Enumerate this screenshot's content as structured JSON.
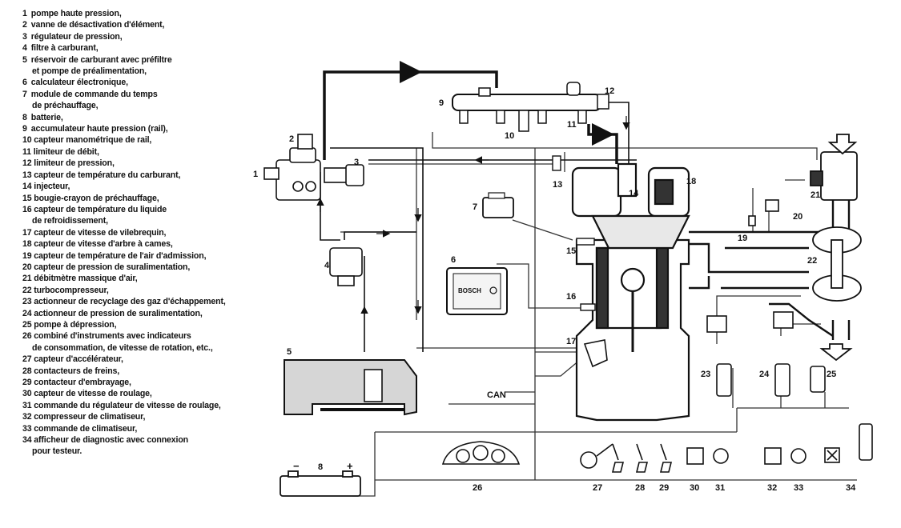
{
  "legend": [
    {
      "num": "1",
      "text": "pompe haute pression,"
    },
    {
      "num": "2",
      "text": "vanne de désactivation d'élément,"
    },
    {
      "num": "3",
      "text": "régulateur de pression,"
    },
    {
      "num": "4",
      "text": "filtre à carburant,"
    },
    {
      "num": "5",
      "text": "réservoir de carburant avec préfiltre",
      "cont": "et pompe de préalimentation,"
    },
    {
      "num": "6",
      "text": "calculateur électronique,"
    },
    {
      "num": "7",
      "text": "module de commande du temps",
      "cont": "de préchauffage,"
    },
    {
      "num": "8",
      "text": "batterie,"
    },
    {
      "num": "9",
      "text": "accumulateur haute pression (rail),"
    },
    {
      "num": "10",
      "text": "capteur manométrique de rail,"
    },
    {
      "num": "11",
      "text": "limiteur de débit,"
    },
    {
      "num": "12",
      "text": "limiteur de pression,"
    },
    {
      "num": "13",
      "text": "capteur de température du carburant,"
    },
    {
      "num": "14",
      "text": "injecteur,"
    },
    {
      "num": "15",
      "text": "bougie-crayon de préchauffage,"
    },
    {
      "num": "16",
      "text": "capteur de température du liquide",
      "cont": "de refroidissement,"
    },
    {
      "num": "17",
      "text": "capteur de vitesse de vilebrequin,"
    },
    {
      "num": "18",
      "text": "capteur de vitesse d'arbre à cames,"
    },
    {
      "num": "19",
      "text": "capteur de température de l'air d'admission,"
    },
    {
      "num": "20",
      "text": "capteur de pression de suralimentation,"
    },
    {
      "num": "21",
      "text": "débitmètre massique d'air,"
    },
    {
      "num": "22",
      "text": "turbocompresseur,"
    },
    {
      "num": "23",
      "text": "actionneur de recyclage des gaz d'échappement,"
    },
    {
      "num": "24",
      "text": "actionneur de pression de suralimentation,"
    },
    {
      "num": "25",
      "text": "pompe à dépression,"
    },
    {
      "num": "26",
      "text": "combiné d'instruments avec indicateurs",
      "cont": "de consommation, de vitesse de rotation, etc.,"
    },
    {
      "num": "27",
      "text": "capteur d'accélérateur,"
    },
    {
      "num": "28",
      "text": "contacteurs de freins,"
    },
    {
      "num": "29",
      "text": "contacteur d'embrayage,"
    },
    {
      "num": "30",
      "text": "capteur de vitesse de roulage,"
    },
    {
      "num": "31",
      "text": "commande du régulateur de vitesse de roulage,"
    },
    {
      "num": "32",
      "text": "compresseur de climatiseur,"
    },
    {
      "num": "33",
      "text": "commande de climatiseur,"
    },
    {
      "num": "34",
      "text": "afficheur de diagnostic avec connexion",
      "cont": "pour testeur."
    }
  ],
  "diagram": {
    "labels": {
      "n1": "1",
      "n2": "2",
      "n3": "3",
      "n4": "4",
      "n5": "5",
      "n6": "6",
      "n7": "7",
      "n8": "8",
      "n9": "9",
      "n10": "10",
      "n11": "11",
      "n12": "12",
      "n13": "13",
      "n14": "14",
      "n15": "15",
      "n16": "16",
      "n17": "17",
      "n18": "18",
      "n19": "19",
      "n20": "20",
      "n21": "21",
      "n22": "22",
      "n23": "23",
      "n24": "24",
      "n25": "25",
      "n26": "26",
      "n27": "27",
      "n28": "28",
      "n29": "29",
      "n30": "30",
      "n31": "31",
      "n32": "32",
      "n33": "33",
      "n34": "34"
    },
    "can": "CAN",
    "bosch": "BOSCH",
    "battery_minus": "−",
    "battery_plus": "+"
  }
}
